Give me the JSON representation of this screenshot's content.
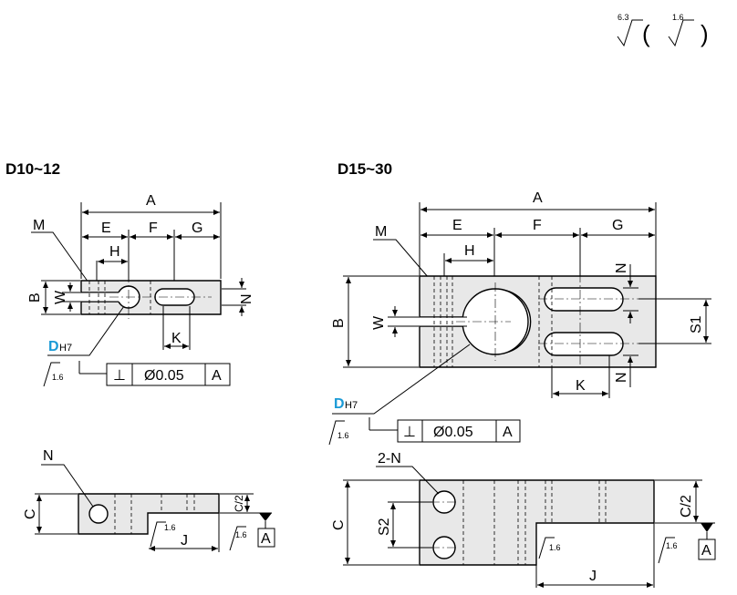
{
  "surface_finish": {
    "general": "6.3",
    "other": "1.6",
    "open_paren": "(",
    "close_paren": ")"
  },
  "small": {
    "title": "D10~12",
    "dims": {
      "A": "A",
      "E": "E",
      "F": "F",
      "G": "G",
      "H": "H",
      "M": "M",
      "B": "B",
      "W": "W",
      "N": "N",
      "K": "K",
      "C": "C",
      "C2": "C/2",
      "J": "J"
    },
    "d_label": "D",
    "d_tol": "H7",
    "tolerance": {
      "symbol": "⊥",
      "value": "Ø0.05",
      "datum": "A"
    },
    "finish": "1.6",
    "datum": "A"
  },
  "large": {
    "title": "D15~30",
    "dims": {
      "A": "A",
      "E": "E",
      "F": "F",
      "G": "G",
      "H": "H",
      "M": "M",
      "B": "B",
      "W": "W",
      "N": "N",
      "S1": "S1",
      "K": "K",
      "C": "C",
      "C2": "C/2",
      "S2": "S2",
      "J": "J",
      "N2": "2-N"
    },
    "d_label": "D",
    "d_tol": "H7",
    "tolerance": {
      "symbol": "⊥",
      "value": "Ø0.05",
      "datum": "A"
    },
    "finish": "1.6",
    "datum": "A"
  }
}
